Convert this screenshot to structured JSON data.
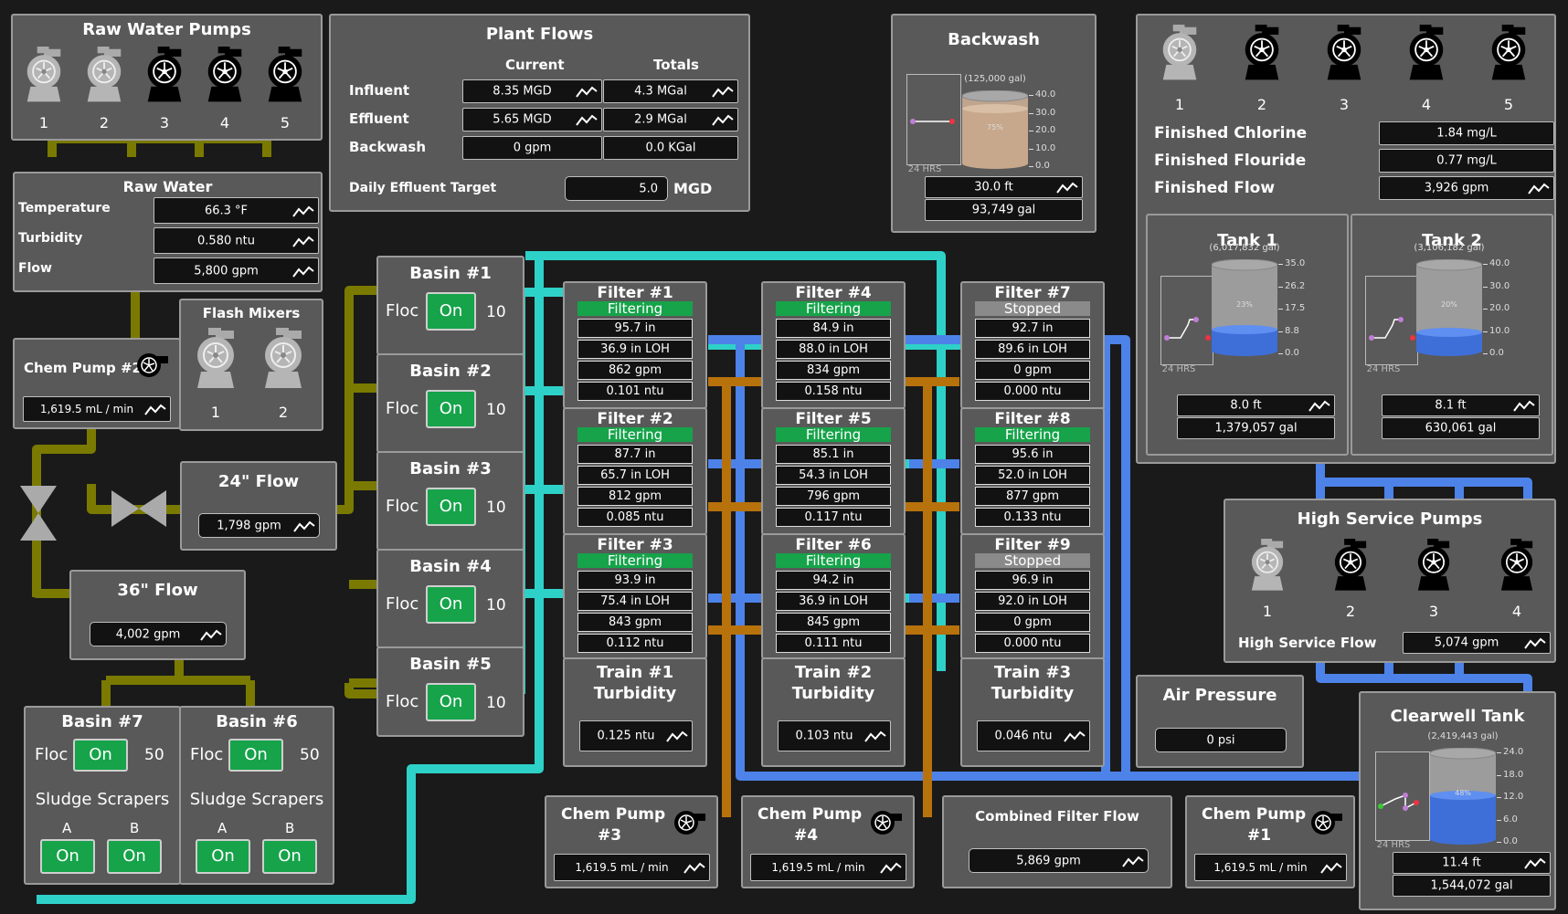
{
  "raw_water_pumps": {
    "title": "Raw Water Pumps",
    "labels": [
      "1",
      "2",
      "3",
      "4",
      "5"
    ]
  },
  "plant_flows": {
    "title": "Plant Flows",
    "col_current": "Current",
    "col_totals": "Totals",
    "rows": [
      {
        "label": "Influent",
        "current": "8.35 MGD",
        "total": "4.3 MGal"
      },
      {
        "label": "Effluent",
        "current": "5.65 MGD",
        "total": "2.9 MGal"
      },
      {
        "label": "Backwash",
        "current": "0 gpm",
        "total": "0.0 KGal"
      }
    ],
    "target_label": "Daily Effluent Target",
    "target_value": "5.0",
    "target_unit": "MGD"
  },
  "backwash": {
    "title": "Backwash",
    "capacity": "(125,000 gal)",
    "percent": "75%",
    "hrs": "24 HRS",
    "ticks": [
      "40.0",
      "30.0",
      "20.0",
      "10.0",
      "0.0"
    ],
    "level": "30.0 ft",
    "volume": "93,749 gal"
  },
  "finished": {
    "pump_labels": [
      "1",
      "2",
      "3",
      "4",
      "5"
    ],
    "rows": [
      {
        "label": "Finished Chlorine",
        "value": "1.84 mg/L"
      },
      {
        "label": "Finished Flouride",
        "value": "0.77 mg/L"
      },
      {
        "label": "Finished Flow",
        "value": "3,926 gpm"
      }
    ]
  },
  "tank1": {
    "title": "Tank 1",
    "capacity": "(6,017,832 gal)",
    "percent": "23%",
    "hrs": "24 HRS",
    "ticks": [
      "35.0",
      "26.2",
      "17.5",
      "8.8",
      "0.0"
    ],
    "level": "8.0 ft",
    "volume": "1,379,057 gal"
  },
  "tank2": {
    "title": "Tank 2",
    "capacity": "(3,106,182 gal)",
    "percent": "20%",
    "hrs": "24 HRS",
    "ticks": [
      "40.0",
      "30.0",
      "20.0",
      "10.0",
      "0.0"
    ],
    "level": "8.1 ft",
    "volume": "630,061 gal"
  },
  "raw_water": {
    "title": "Raw Water",
    "rows": [
      {
        "label": "Temperature",
        "value": "66.3 °F"
      },
      {
        "label": "Turbidity",
        "value": "0.580 ntu"
      },
      {
        "label": "Flow",
        "value": "5,800 gpm"
      }
    ]
  },
  "flash_mixers": {
    "title": "Flash Mixers",
    "labels": [
      "1",
      "2"
    ]
  },
  "chem_pump_2": {
    "title": "Chem Pump #2",
    "value": "1,619.5 mL / min"
  },
  "flow_24": {
    "title": "24\" Flow",
    "value": "1,798 gpm"
  },
  "flow_36": {
    "title": "36\" Flow",
    "value": "4,002 gpm"
  },
  "basins": [
    {
      "title": "Basin #1",
      "floc": "Floc",
      "state": "On",
      "num": "10"
    },
    {
      "title": "Basin #2",
      "floc": "Floc",
      "state": "On",
      "num": "10"
    },
    {
      "title": "Basin #3",
      "floc": "Floc",
      "state": "On",
      "num": "10"
    },
    {
      "title": "Basin #4",
      "floc": "Floc",
      "state": "On",
      "num": "10"
    },
    {
      "title": "Basin #5",
      "floc": "Floc",
      "state": "On",
      "num": "10"
    }
  ],
  "basin7": {
    "title": "Basin #7",
    "floc": "Floc",
    "state": "On",
    "num": "50",
    "sludge": "Sludge Scrapers",
    "a": "A",
    "b": "B",
    "a_state": "On",
    "b_state": "On"
  },
  "basin6": {
    "title": "Basin #6",
    "floc": "Floc",
    "state": "On",
    "num": "50",
    "sludge": "Sludge Scrapers",
    "a": "A",
    "b": "B",
    "a_state": "On",
    "b_state": "On"
  },
  "filters": [
    {
      "name": "Filter #1",
      "status": "Filtering",
      "v": [
        "95.7 in",
        "36.9 in LOH",
        "862 gpm",
        "0.101 ntu"
      ]
    },
    {
      "name": "Filter #2",
      "status": "Filtering",
      "v": [
        "87.7 in",
        "65.7 in LOH",
        "812 gpm",
        "0.085 ntu"
      ]
    },
    {
      "name": "Filter #3",
      "status": "Filtering",
      "v": [
        "93.9 in",
        "75.4 in LOH",
        "843 gpm",
        "0.112 ntu"
      ]
    },
    {
      "name": "Filter #4",
      "status": "Filtering",
      "v": [
        "84.9 in",
        "88.0 in LOH",
        "834 gpm",
        "0.158 ntu"
      ]
    },
    {
      "name": "Filter #5",
      "status": "Filtering",
      "v": [
        "85.1 in",
        "54.3 in LOH",
        "796 gpm",
        "0.117 ntu"
      ]
    },
    {
      "name": "Filter #6",
      "status": "Filtering",
      "v": [
        "94.2 in",
        "36.9 in LOH",
        "845 gpm",
        "0.111 ntu"
      ]
    },
    {
      "name": "Filter #7",
      "status": "Stopped",
      "v": [
        "92.7 in",
        "89.6 in LOH",
        "0 gpm",
        "0.000 ntu"
      ]
    },
    {
      "name": "Filter #8",
      "status": "Filtering",
      "v": [
        "95.6 in",
        "52.0 in LOH",
        "877 gpm",
        "0.133 ntu"
      ]
    },
    {
      "name": "Filter #9",
      "status": "Stopped",
      "v": [
        "96.9 in",
        "92.0 in LOH",
        "0 gpm",
        "0.000 ntu"
      ]
    }
  ],
  "trains": [
    {
      "l1": "Train #1",
      "l2": "Turbidity",
      "value": "0.125 ntu"
    },
    {
      "l1": "Train #2",
      "l2": "Turbidity",
      "value": "0.103 ntu"
    },
    {
      "l1": "Train #3",
      "l2": "Turbidity",
      "value": "0.046 ntu"
    }
  ],
  "chem_pump_3": {
    "l1": "Chem Pump",
    "l2": "#3",
    "value": "1,619.5 mL / min"
  },
  "chem_pump_4": {
    "l1": "Chem Pump",
    "l2": "#4",
    "value": "1,619.5 mL / min"
  },
  "chem_pump_1": {
    "l1": "Chem Pump",
    "l2": "#1",
    "value": "1,619.5 mL / min"
  },
  "combined_filter_flow": {
    "title": "Combined Filter Flow",
    "value": "5,869 gpm"
  },
  "air_pressure": {
    "title": "Air Pressure",
    "value": "0 psi"
  },
  "high_service": {
    "title": "High Service Pumps",
    "labels": [
      "1",
      "2",
      "3",
      "4"
    ],
    "flow_label": "High Service Flow",
    "flow_value": "5,074 gpm"
  },
  "clearwell": {
    "title": "Clearwell Tank",
    "capacity": "(2,419,443 gal)",
    "percent": "48%",
    "hrs": "24 HRS",
    "ticks": [
      "24.0",
      "18.0",
      "12.0",
      "6.0",
      "0.0"
    ],
    "level": "11.4 ft",
    "volume": "1,544,072 gal"
  },
  "colors": {
    "olive": "#7a7a00",
    "cyan": "#2ed1c8",
    "blue": "#4d82e8",
    "orange": "#b8720c",
    "on_green": "#16a34a",
    "stopped_gray": "#8a8a8a"
  }
}
